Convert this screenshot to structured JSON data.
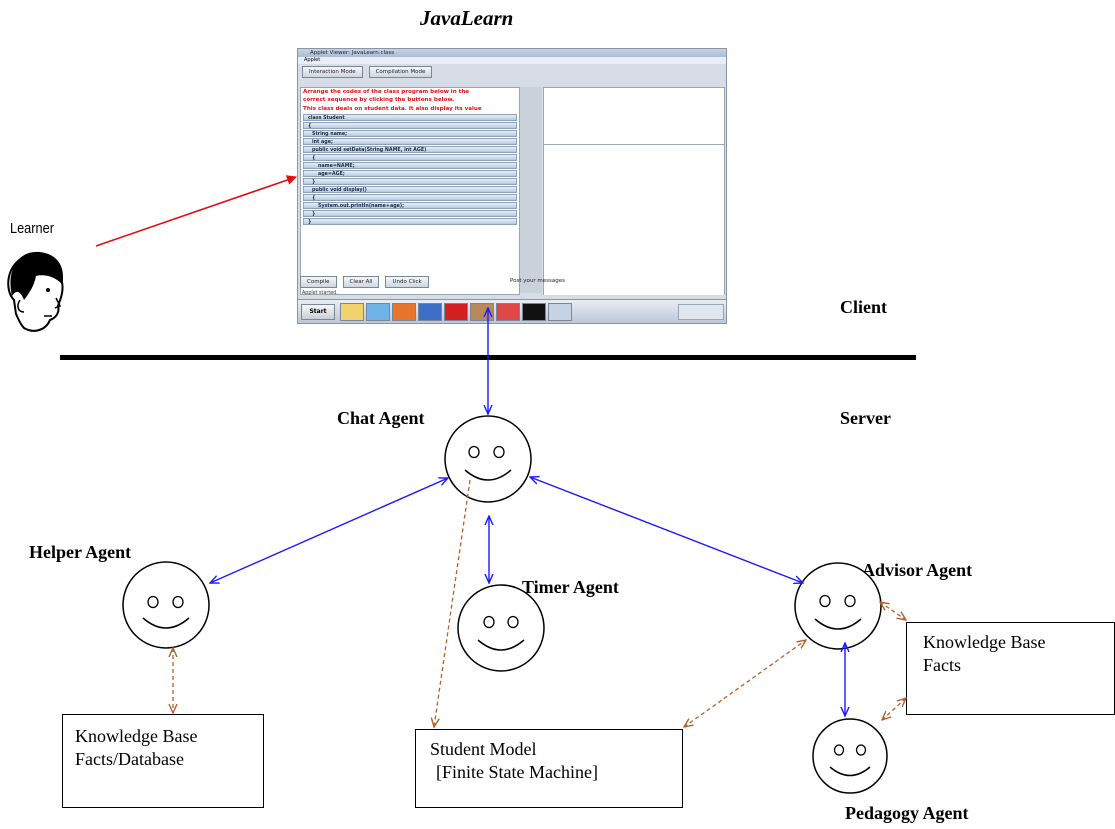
{
  "title": "JavaLearn",
  "learner_label": "Learner",
  "tier_labels": {
    "client": "Client",
    "server": "Server"
  },
  "agents": {
    "chat": "Chat Agent",
    "helper": "Helper Agent",
    "timer": "Timer Agent",
    "advisor": "Advisor Agent",
    "pedagogy": "Pedagogy Agent"
  },
  "boxes": {
    "kb_helper": {
      "line1": "Knowledge Base",
      "line2": "Facts/Database"
    },
    "student_model": {
      "line1": "Student Model",
      "line2": "[Finite State Machine]"
    },
    "kb_advisor": {
      "line1": "Knowledge Base",
      "line2": "Facts"
    }
  },
  "app": {
    "window_title": "Applet Viewer: JavaLearn.class",
    "menu": "Applet",
    "mode_buttons": [
      "Interaction Mode",
      "Compilation Mode"
    ],
    "instructions": [
      "Arrange the codes of the class program below in the",
      "correct sequence by clicking the buttons below.",
      "This class deals on student data. It also display its value"
    ],
    "code_lines": [
      "class Student",
      "{",
      "String name;",
      "int age;",
      "public void setData(String NAME, int AGE)",
      "{",
      "name=NAME;",
      "age=AGE;",
      "}",
      "public void display()",
      "{",
      "System.out.println(name+age);",
      "}",
      "}"
    ],
    "bottom_buttons": [
      "Compile",
      "Clear All",
      "Undo Click"
    ],
    "post_label": "Post your messages",
    "status": "Applet started.",
    "start_label": "Start"
  },
  "colors": {
    "learner_arrow": "#e01010",
    "message_arrow": "#1a1aff",
    "dependency_arrow": "#b5602a",
    "instruction_text": "#e01010"
  }
}
